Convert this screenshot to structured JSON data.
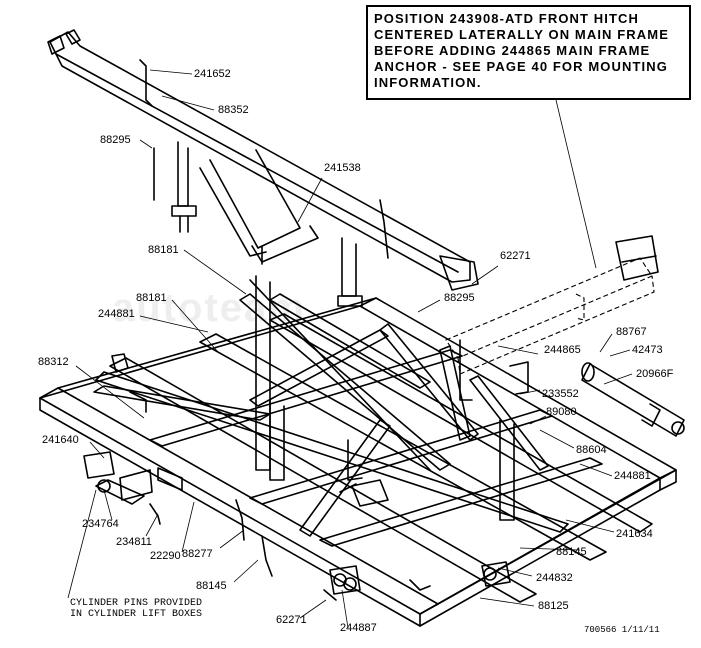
{
  "note": {
    "lines": [
      "POSITION 243908-ATD FRONT HITCH",
      "CENTERED LATERALLY ON MAIN FRAME",
      "BEFORE ADDING 244865 MAIN FRAME",
      "ANCHOR - SEE PAGE 40 FOR MOUNTING",
      "INFORMATION."
    ]
  },
  "labels": {
    "p241652": "241652",
    "p88352": "88352",
    "p88295a": "88295",
    "p241538": "241538",
    "p88181a": "88181",
    "p62271a": "62271",
    "p88181b": "88181",
    "p88295b": "88295",
    "p244881a": "244881",
    "p88767": "88767",
    "p42473": "42473",
    "p244865": "244865",
    "p88312": "88312",
    "p20966F": "20966F",
    "p233552": "233552",
    "p89080": "89080",
    "p241640": "241640",
    "p88604": "88604",
    "p244881b": "244881",
    "p234764": "234764",
    "p234811": "234811",
    "p22290": "22290",
    "p88277": "88277",
    "p241634": "241634",
    "p88145a": "88145",
    "p88145b": "88145",
    "p244832": "244832",
    "p88125": "88125",
    "p62271b": "62271",
    "p244887": "244887"
  },
  "cylinder_note": [
    "CYLINDER PINS PROVIDED",
    "IN CYLINDER LIFT BOXES"
  ],
  "doc_id": "700566  1/11/11",
  "watermark": "autoteam"
}
